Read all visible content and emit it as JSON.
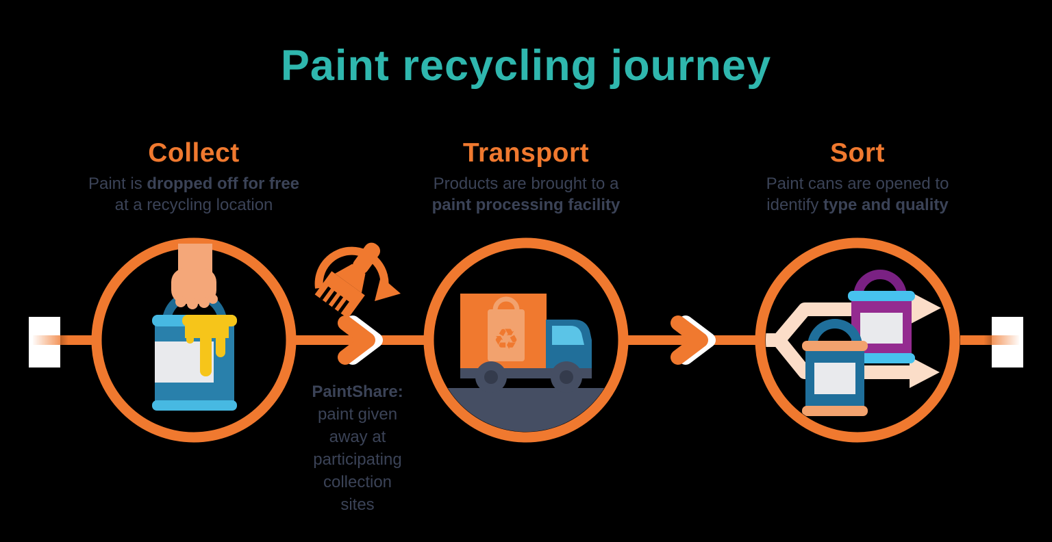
{
  "title": "Paint recycling journey",
  "steps": [
    {
      "heading": "Collect",
      "line1_pre": "Paint is ",
      "line1_bold": "dropped off for free",
      "line1_post": "",
      "line2_pre": "at a recycling location",
      "line2_bold": "",
      "line2_post": "",
      "icon": "paint-can-in-hand-icon"
    },
    {
      "heading": "Transport",
      "line1_pre": "Products are brought to a",
      "line1_bold": "",
      "line1_post": "",
      "line2_pre": "",
      "line2_bold": "paint processing facility",
      "line2_post": "",
      "icon": "recycling-truck-icon"
    },
    {
      "heading": "Sort",
      "line1_pre": "Paint cans are opened to",
      "line1_bold": "",
      "line1_post": "",
      "line2_pre": "identify ",
      "line2_bold": "type and quality",
      "line2_post": "",
      "icon": "sorted-paint-cans-icon"
    }
  ],
  "paintshare": {
    "label": "PaintShare:",
    "lines": [
      "paint given",
      "away at",
      "participating",
      "collection",
      "sites"
    ]
  },
  "colors": {
    "accent_orange": "#F0792F",
    "light_orange": "#F2A26E",
    "teal": "#2FB7AE",
    "text_slate": "#3B4357",
    "peach_arrow": "#FBDDC8",
    "cyan": "#47C2EE",
    "purple": "#942B90",
    "purple_dark": "#7A2183",
    "blue_can": "#2980AB",
    "blue_can_dark": "#1F6F9B",
    "cab_blue": "#216F9A",
    "window_blue": "#5BC4E7",
    "skin": "#F4A779",
    "paint_yellow": "#F6C51A",
    "dark_slate_icon": "#454E63"
  }
}
